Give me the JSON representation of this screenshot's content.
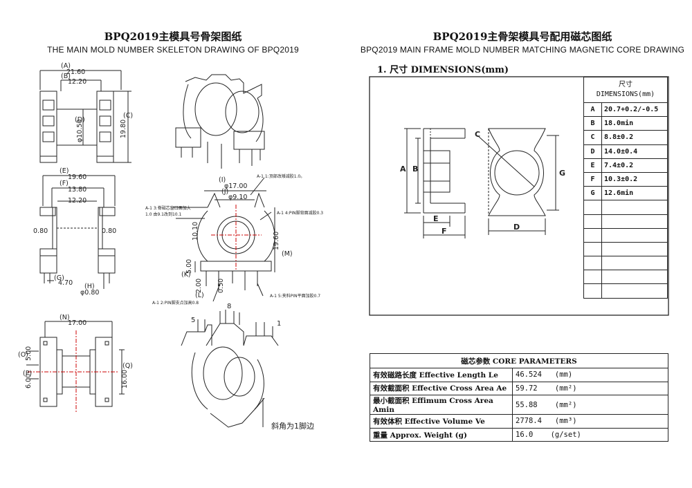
{
  "left_title": {
    "cn": "BPQ2019主模具号骨架图纸",
    "en": "THE MAIN MOLD NUMBER SKELETON DRAWING OF BPQ2019"
  },
  "right_title": {
    "cn": "BPQ2019主骨架模具号配用磁芯图纸",
    "en": "BPQ2019 MAIN FRAME MOLD NUMBER MATCHING MAGNETIC CORE DRAWING"
  },
  "section_heading": "1. 尺寸 DIMENSIONS(mm)",
  "skeleton": {
    "dim_A": "21.60",
    "dim_B": "12.20",
    "dim_C": "19.80",
    "dim_D": "φ10.50",
    "dim_E": "19.60",
    "dim_F": "13.80",
    "dim_F2": "12.20",
    "dim_left_080": "0.80",
    "dim_right_080": "0.80",
    "dim_G": "4.70",
    "dim_H": "φ0.80",
    "dim_N": "17.00",
    "dim_O": "5.00",
    "dim_P": "6.00",
    "dim_Q": "16.00",
    "dim_I": "φ17.00",
    "dim_J": "φ9.10",
    "dim_1010": "10.10",
    "dim_M": "19.60",
    "dim_500": "5.00",
    "dim_200": "2.00",
    "dim_050": "0.50",
    "lbl_a": "(A)",
    "lbl_b": "(B)",
    "lbl_c": "(C)",
    "lbl_d": "(D)",
    "lbl_e": "(E)",
    "lbl_f": "(F)",
    "lbl_g": "(G)",
    "lbl_h": "(H)",
    "lbl_i": "(I)",
    "lbl_j": "(J)",
    "lbl_k": "(K)",
    "lbl_l": "(L)",
    "lbl_m": "(M)",
    "lbl_n": "(N)",
    "lbl_o": "(O)",
    "lbl_p": "(P)",
    "lbl_q": "(Q)",
    "note_a1": "A-1 1:顶部改矮减胶1.0。",
    "note_a2": "A-1 3:脊磁芯窗口面加大",
    "note_a2b": "1.0 由9.1改到10.1",
    "note_a3": "A-1 4:PIN脚背面减胶0.3",
    "note_a4": "A-1 5:夹料PIN平面加胶0.7",
    "note_a5": "A-1 2:PIN脚支点加高0.8",
    "pin_5": "5",
    "pin_8": "8",
    "pin_1": "1",
    "note_bevel": "斜角为1脚边"
  },
  "core_labels": {
    "A": "A",
    "B": "B",
    "C": "C",
    "D": "D",
    "E": "E",
    "F": "F",
    "G": "G"
  },
  "dimensions_table": {
    "header_cn": "尺寸",
    "header_en": "DIMENSIONS(mm)",
    "rows": [
      {
        "key": "A",
        "value": "20.7+0.2/-0.5"
      },
      {
        "key": "B",
        "value": "18.0min"
      },
      {
        "key": "C",
        "value": "8.8±0.2"
      },
      {
        "key": "D",
        "value": "14.0±0.4"
      },
      {
        "key": "E",
        "value": "7.4±0.2"
      },
      {
        "key": "F",
        "value": "10.3±0.2"
      },
      {
        "key": "G",
        "value": "12.6min"
      },
      {
        "key": "",
        "value": ""
      },
      {
        "key": "",
        "value": ""
      },
      {
        "key": "",
        "value": ""
      },
      {
        "key": "",
        "value": ""
      },
      {
        "key": "",
        "value": ""
      },
      {
        "key": "",
        "value": ""
      },
      {
        "key": "",
        "value": ""
      }
    ]
  },
  "core_parameters": {
    "header": "磁芯参数  CORE PARAMETERS",
    "rows": [
      {
        "label": "有效磁路长度 Effective Length  Le",
        "value": "46.524",
        "unit": "(mm)"
      },
      {
        "label": "有效截面积 Effective Cross Area Ae",
        "value": "59.72",
        "unit": "(mm²)"
      },
      {
        "label": "最小截面积 Effimum Cross Area Amin",
        "value": "55.88",
        "unit": "(mm²)"
      },
      {
        "label": "有效体积 Effective Volume Ve",
        "value": "2778.4",
        "unit": "(mm³)"
      },
      {
        "label": "重量 Approx. Weight (g)",
        "value": "16.0",
        "unit": "(g/set)"
      }
    ]
  }
}
